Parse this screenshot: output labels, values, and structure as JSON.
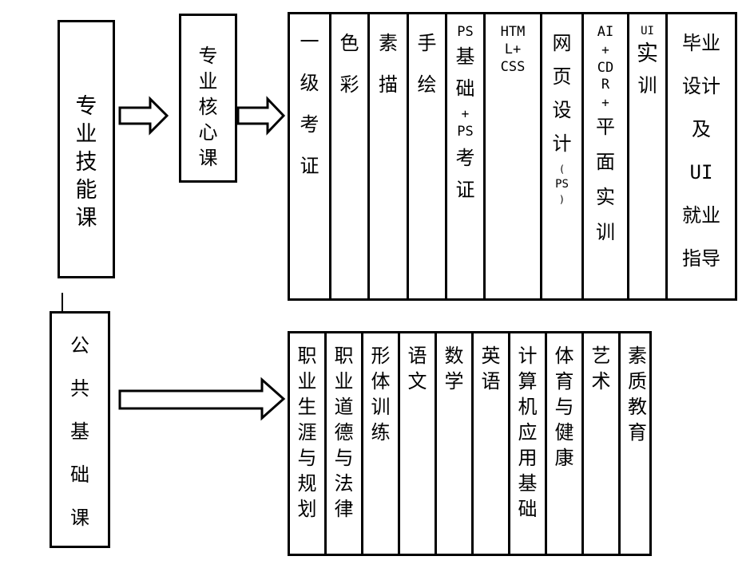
{
  "professional": {
    "label": "专业技能课",
    "core_label": "专业核心课",
    "courses": [
      {
        "text": "一级考证"
      },
      {
        "text": "色彩"
      },
      {
        "text": "素描"
      },
      {
        "text": "手绘"
      },
      {
        "text": "PS基础+PS考证"
      },
      {
        "text": "HTML+CSS"
      },
      {
        "text": "网页设计(PS)"
      },
      {
        "text": "AI+CDR+平面实训"
      },
      {
        "text": "UI实训"
      },
      {
        "text": "毕业设计及UI就业指导"
      }
    ]
  },
  "public": {
    "label": "公共基础课",
    "courses": [
      {
        "text": "职业生涯与规划"
      },
      {
        "text": "职业道德与法律"
      },
      {
        "text": "形体训练"
      },
      {
        "text": "语文"
      },
      {
        "text": "数学"
      },
      {
        "text": "英语"
      },
      {
        "text": "计算机应用基础"
      },
      {
        "text": "体育与健康"
      },
      {
        "text": "艺术"
      },
      {
        "text": "素质教育"
      }
    ]
  }
}
